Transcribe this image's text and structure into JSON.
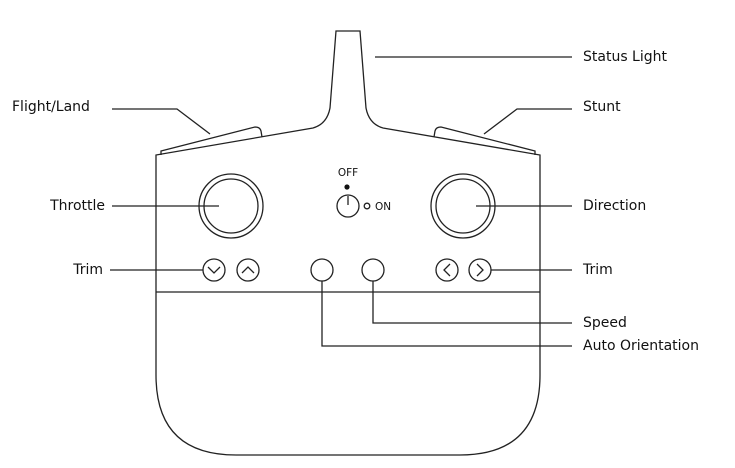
{
  "labels": {
    "status_light": "Status Light",
    "flight_land": "Flight/Land",
    "stunt": "Stunt",
    "throttle": "Throttle",
    "direction": "Direction",
    "trim_left": "Trim",
    "trim_right": "Trim",
    "speed": "Speed",
    "auto_orientation": "Auto Orientation"
  },
  "power_switch": {
    "off": "OFF",
    "on": "ON"
  },
  "colors": {
    "stroke": "#222222",
    "background": "#ffffff"
  }
}
